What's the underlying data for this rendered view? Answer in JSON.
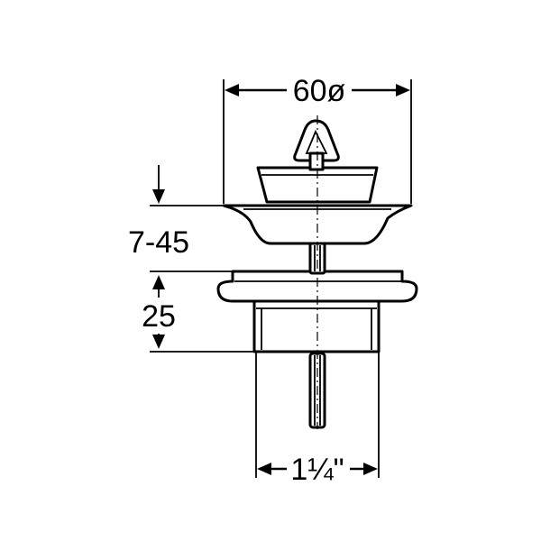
{
  "dimensions": {
    "top_diameter": "60ø",
    "adjust_range": "7-45",
    "flange_height": "25",
    "thread_size": "1¼\""
  },
  "icons": {
    "part": "sink-strainer-waste-valve-icon"
  }
}
